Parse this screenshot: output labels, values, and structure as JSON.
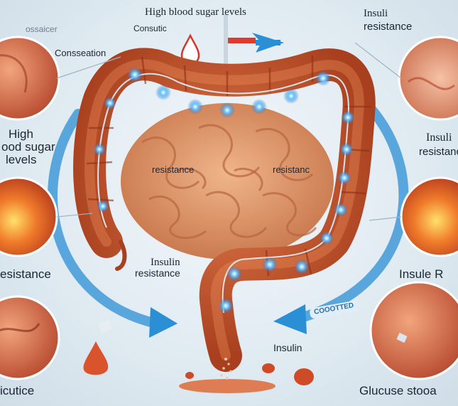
{
  "labels": {
    "top_title": "High blood sugar levels",
    "top_small": "Consutic",
    "top_left_faded": "ossaicer",
    "consseation": "Consseation",
    "insulin_resistance_top_right_1": "Insuli",
    "insulin_resistance_top_right_2": "resistance",
    "high_1": "High",
    "high_2": "ood sugar",
    "high_3": "levels",
    "resistance_left": "resistance",
    "resistance_right": "resistanc",
    "insulin_center_1": "Insulin",
    "insulin_center_2": "resistance",
    "insulin_bottom": "Insulin",
    "right_mid_1": "Insuli",
    "right_mid_2": "resistance",
    "left_resistance": "esistance",
    "right_insule": "Insule R",
    "badge": "COOOTTED",
    "bottom_left": "icutice",
    "bottom_right": "Glucuse stooa"
  },
  "colors": {
    "arrow_blue": "#2b8fd6",
    "colon_red": "#c8552e",
    "intestine_orange": "#d98a5a",
    "glow": "#3da9ff"
  }
}
